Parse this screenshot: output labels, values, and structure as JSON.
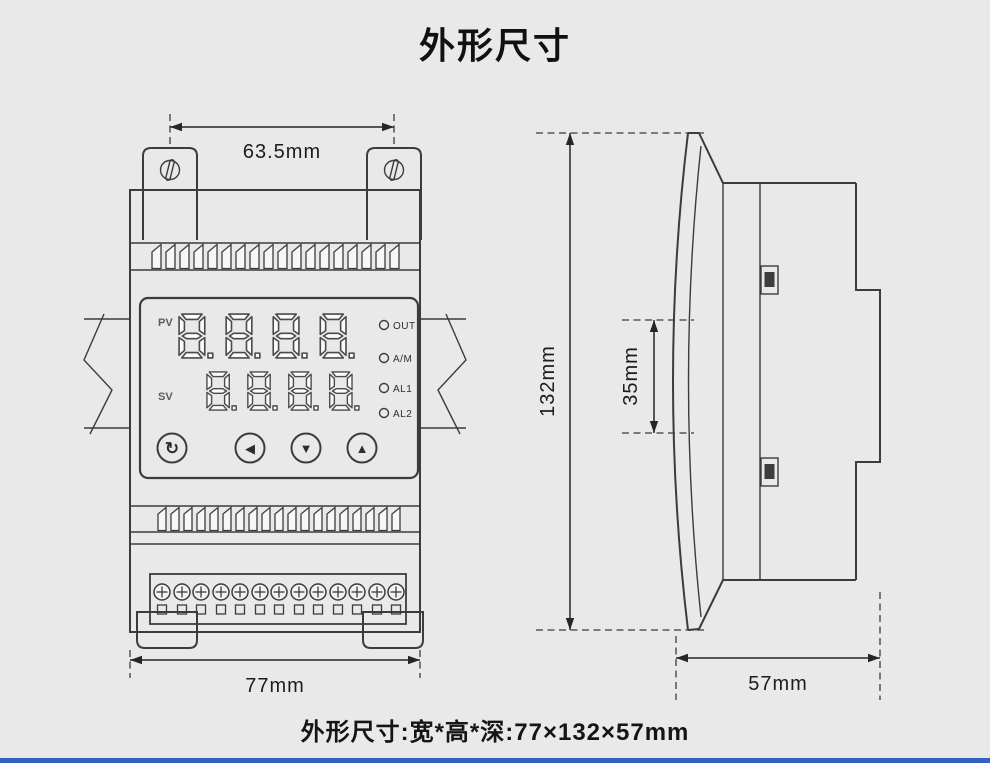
{
  "page": {
    "title": "外形尺寸",
    "caption": "外形尺寸:宽*高*深:77×132×57mm",
    "background_color": "#e9e9e9",
    "line_color": "#3c3c3c",
    "accent_bar_color": "#3461c1"
  },
  "front_view": {
    "dim_top": "63.5mm",
    "dim_bottom": "77mm",
    "panel": {
      "pv_label": "PV",
      "sv_label": "SV",
      "pv_value": "8.8.8.8.",
      "sv_value": "8.8.8.8.",
      "indicators": [
        {
          "label": "OUT"
        },
        {
          "label": "A/M"
        },
        {
          "label": "AL1"
        },
        {
          "label": "AL2"
        }
      ],
      "buttons": [
        {
          "name": "loop-set-key",
          "glyph": "↻"
        },
        {
          "name": "shift-key",
          "glyph": "◀"
        },
        {
          "name": "down-key",
          "glyph": "▼"
        },
        {
          "name": "up-key",
          "glyph": "▲"
        }
      ]
    }
  },
  "side_view": {
    "dim_height": "132mm",
    "dim_rail": "35mm",
    "dim_depth": "57mm"
  }
}
